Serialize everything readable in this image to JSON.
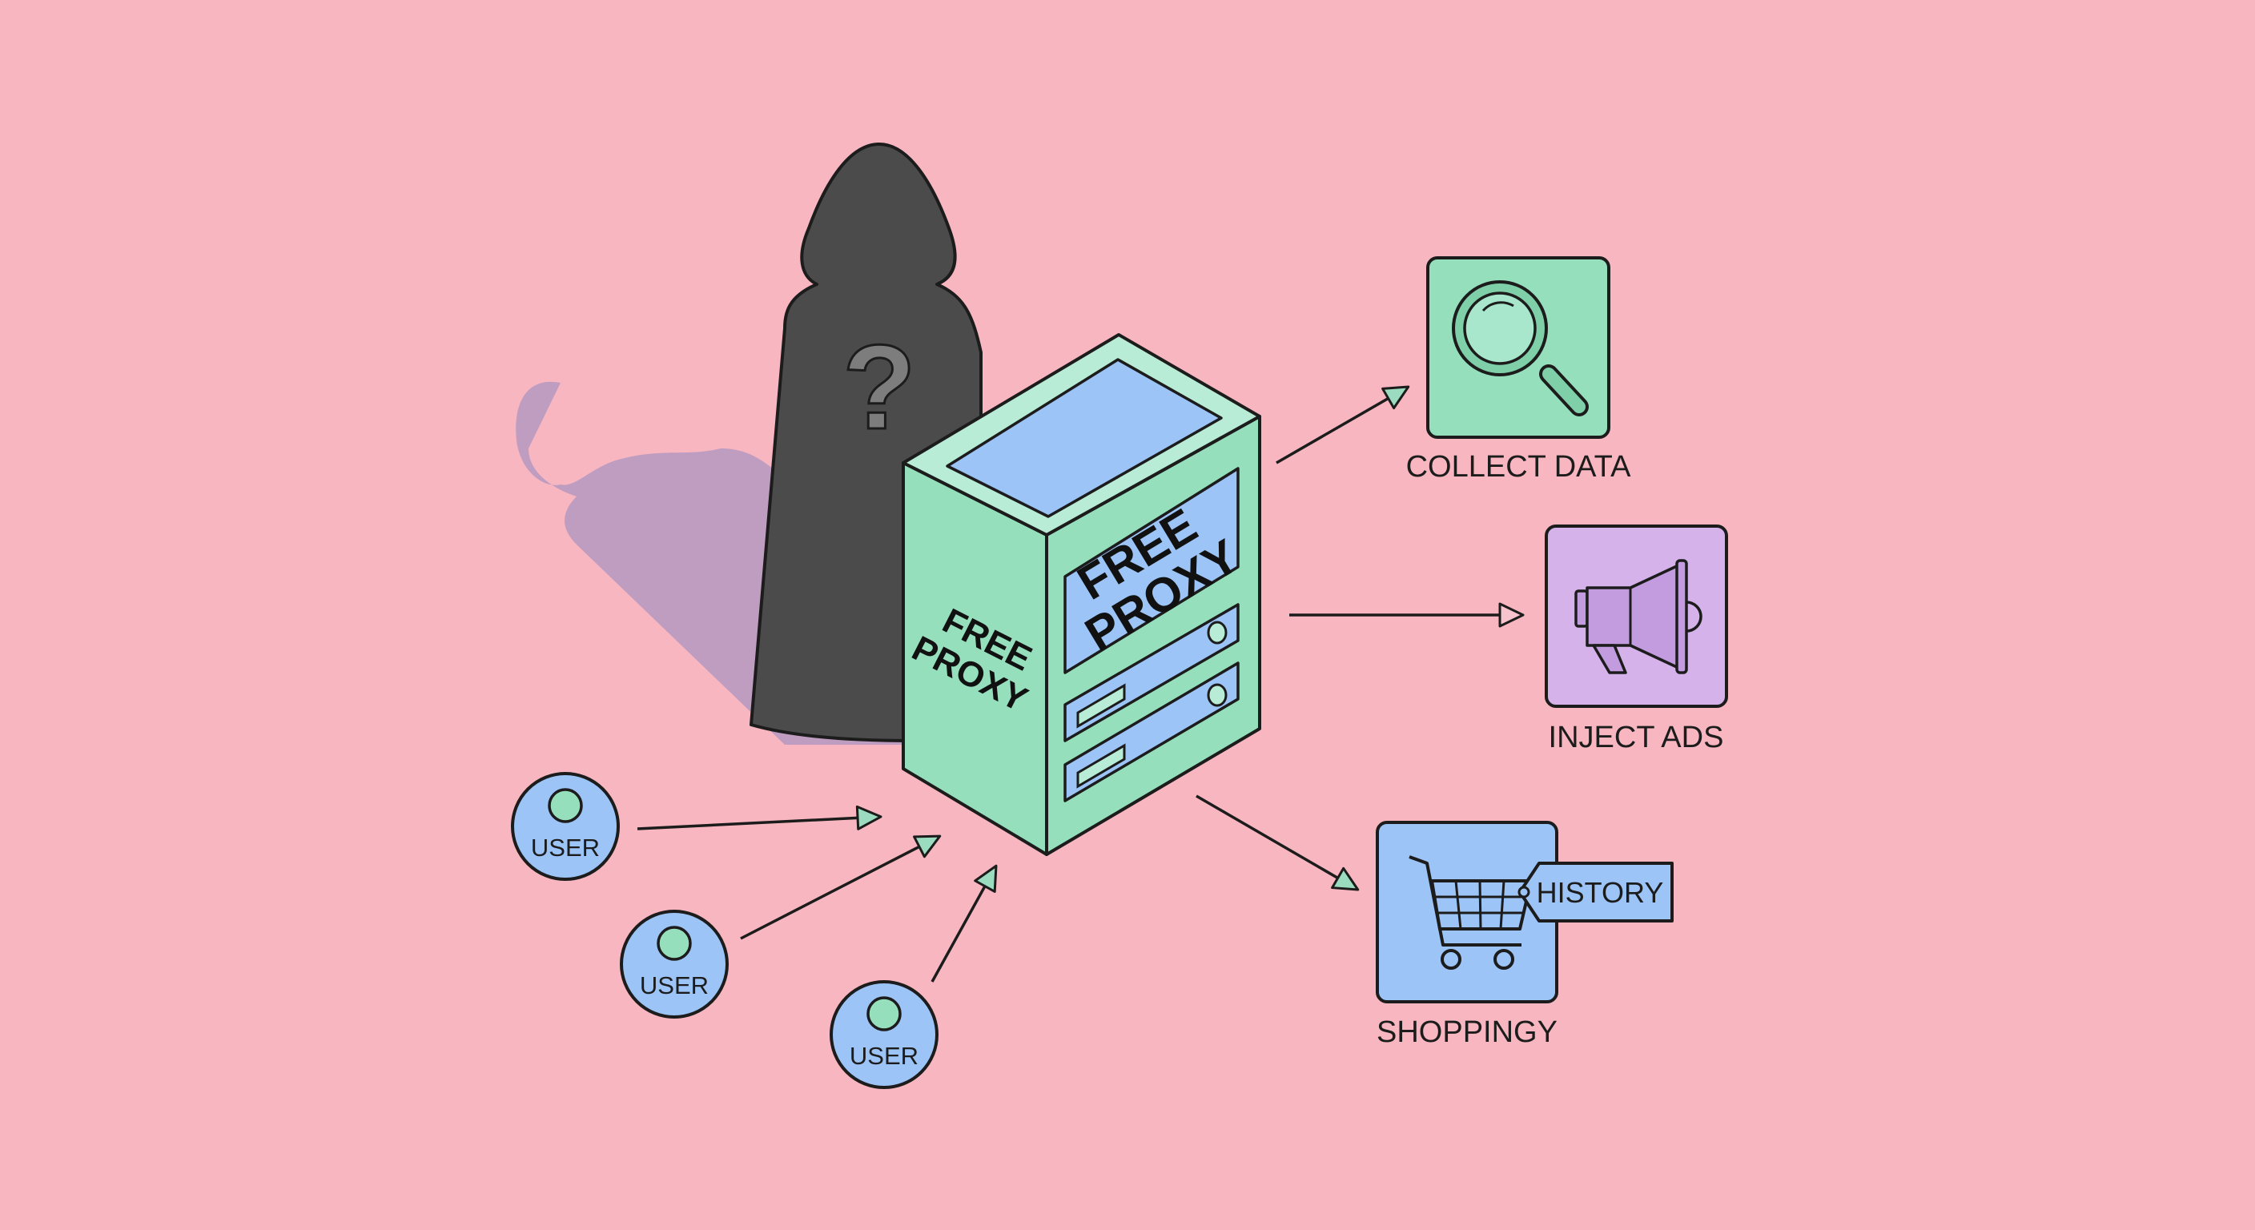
{
  "background_color": "#f8b7c0",
  "proxy": {
    "front_label_line1": "FREE",
    "front_label_line2": "PROXY",
    "side_label_line1": "FREE",
    "side_label_line2": "PROXY",
    "icon": "server-icon"
  },
  "hooded_figure": {
    "icon": "hooded-figure-icon",
    "symbol": "?"
  },
  "users": [
    {
      "label": "USER",
      "icon": "user-icon"
    },
    {
      "label": "USER",
      "icon": "user-icon"
    },
    {
      "label": "USER",
      "icon": "user-icon"
    }
  ],
  "outcomes": [
    {
      "label": "COLLECT DATA",
      "icon": "magnifying-glass-icon",
      "color": "#96dfbd"
    },
    {
      "label": "INJECT ADS",
      "icon": "megaphone-icon",
      "color": "#d5b3ea"
    },
    {
      "label": "SHOPPINGY",
      "icon": "shopping-cart-icon",
      "color": "#9cc4f6",
      "tag": "HISTORY"
    }
  ],
  "colors": {
    "green": "#96dfbd",
    "blue": "#9cc4f6",
    "purple": "#d5b3ea",
    "figure": "#4b4b4b",
    "shadow": "#bc9bc0"
  }
}
